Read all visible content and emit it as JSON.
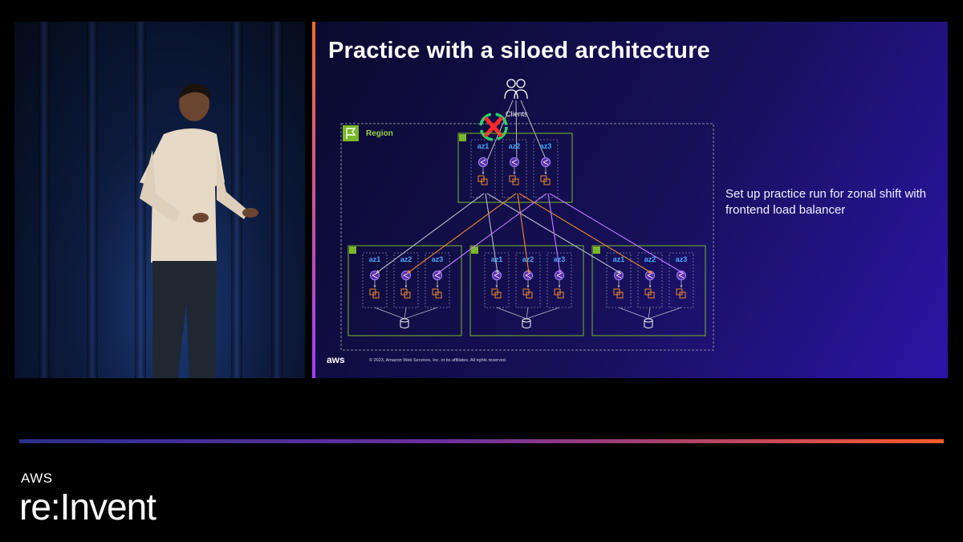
{
  "slide": {
    "title": "Practice with a siloed architecture",
    "note": "Set up practice run for zonal shift with frontend load balancer",
    "footer_logo": "aws",
    "copyright": "© 2023, Amazon Web Services, Inc. or its affiliates. All rights reserved."
  },
  "diagram": {
    "clients_label": "Clients",
    "region_label": "Region",
    "top_azs": [
      "az1",
      "az2",
      "az3"
    ],
    "cell_azs": [
      [
        "az1",
        "az2",
        "az3"
      ],
      [
        "az1",
        "az2",
        "az3"
      ],
      [
        "az1",
        "az2",
        "az3"
      ]
    ]
  },
  "branding": {
    "aws": "AWS",
    "reinvent": "re:Invent"
  },
  "colors": {
    "az_label": "#4aa8ff",
    "container_border": "#7ab829",
    "region_border": "#8a8f9c",
    "orange_link": "#f08a2a",
    "purple_link": "#c47cff",
    "gray_link": "#b8bac8",
    "failure_mark": "#ff2a2a",
    "shift_arrows": "#2ad36a"
  },
  "icons": [
    "users-icon",
    "flag-icon",
    "load-balancer-icon",
    "ec2-instances-icon",
    "database-icon",
    "x-mark-icon",
    "refresh-icon"
  ]
}
